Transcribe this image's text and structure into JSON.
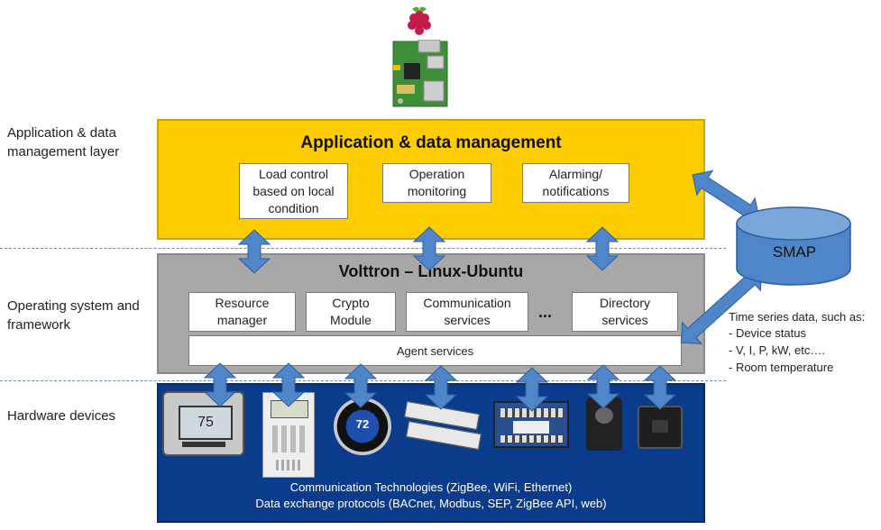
{
  "layers": {
    "application_label": "Application & data\nmanagement layer",
    "os_label": "Operating system and\nframework",
    "hardware_label": "Hardware devices"
  },
  "application": {
    "title": "Application & data management",
    "boxes": [
      "Load control\nbased on local\ncondition",
      "Operation\nmonitoring",
      "Alarming/\nnotifications"
    ]
  },
  "os": {
    "title": "Volttron – Linux-Ubuntu",
    "boxes": [
      "Resource\nmanager",
      "Crypto\nModule",
      "Communication\nservices",
      "Directory\nservices"
    ],
    "ellipsis": "...",
    "agent_services": "Agent services"
  },
  "hardware": {
    "line1": "Communication Technologies (ZigBee, WiFi, Ethernet)",
    "line2": "Data exchange protocols (BACnet, Modbus, SEP, ZigBee API, web)",
    "thermostat_display": "75",
    "nest_display": "72"
  },
  "smap": {
    "label": "SMAP",
    "ts_title": "Time series data, such as:",
    "ts_items": [
      "-  Device status",
      "-  V, I, P, kW, etc….",
      "-  Room temperature"
    ]
  },
  "colors": {
    "app_layer": "#fdcd00",
    "os_layer": "#a8a8a8",
    "hw_layer": "#0b3c8c",
    "arrow": "#4f86c9",
    "smap": "#4f86c9"
  }
}
